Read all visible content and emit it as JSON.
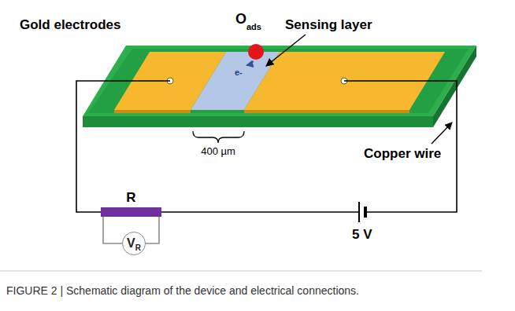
{
  "diagram": {
    "caption": "FIGURE 2 | Schematic diagram of the device and electrical connections.",
    "nodes": [
      {
        "text": [
          "R"
        ]
      },
      {
        "text": [
          "V",
          "R"
        ]
      }
    ],
    "edges": [
      {
        "from": 0,
        "to": 1,
        "arrow": "none"
      },
      {
        "from": 0,
        "to": 1,
        "arrow": "none"
      }
    ],
    "labels": [
      "Gold electrodes",
      "O",
      "ads",
      "Sensing layer",
      "e-",
      "400 µm",
      "Copper wire",
      "5 V"
    ]
  }
}
